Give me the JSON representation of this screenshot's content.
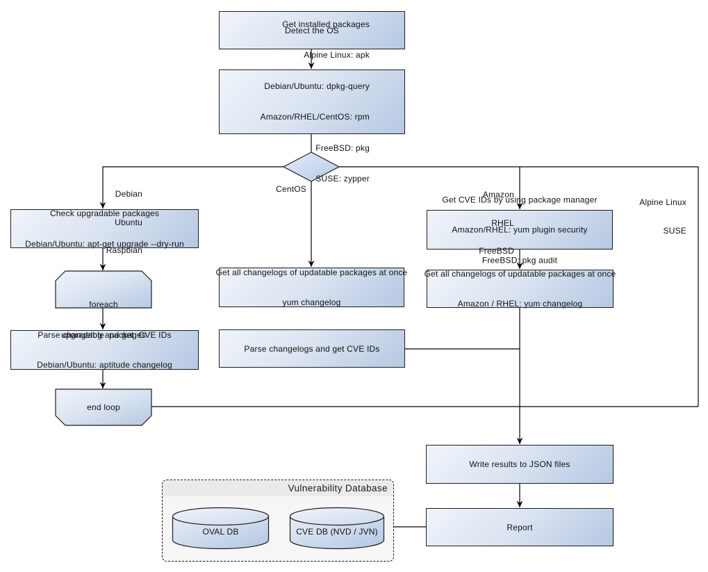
{
  "nodes": {
    "detect_os": {
      "label": "Detect the OS"
    },
    "get_installed": {
      "lines": [
        "Get installed packages",
        "Alpine Linux: apk",
        "Debian/Ubuntu: dpkg-query",
        "Amazon/RHEL/CentOS: rpm",
        "FreeBSD: pkg",
        "SUSE: zypper"
      ]
    },
    "check_upgradable": {
      "lines": [
        "Check upgradable packages",
        "Debian/Ubuntu: apt-get upgrade --dry-run"
      ]
    },
    "foreach_loop": {
      "lines": [
        "foreach",
        "upgradable  packages"
      ]
    },
    "parse_changelog_deb": {
      "lines": [
        "Parse changelog and get  CVE IDs",
        "Debian/Ubuntu: aptitude changelog"
      ]
    },
    "end_loop": {
      "label": "end loop"
    },
    "changelog_centos": {
      "lines": [
        "Get all changelogs of updatable packages at once",
        "yum changelog"
      ]
    },
    "parse_changelogs": {
      "label": "Parse changelogs and get CVE IDs"
    },
    "get_cve_ids": {
      "lines": [
        "Get CVE IDs by using package manager",
        "Amazon/RHEL: yum plugin security",
        "FreeBSD: pkg audit"
      ]
    },
    "changelog_amazon": {
      "lines": [
        "Get all changelogs of updatable packages at once",
        "Amazon / RHEL: yum changelog"
      ]
    },
    "write_results": {
      "label": "Write results to JSON files"
    },
    "report": {
      "label": "Report"
    }
  },
  "branch_labels": {
    "debian": {
      "lines": [
        "Debian",
        "Ubuntu",
        "Raspbian"
      ]
    },
    "centos": {
      "label": "CentOS"
    },
    "amazon": {
      "lines": [
        "Amazon",
        "RHEL",
        "FreeBSD"
      ]
    },
    "alpine": {
      "lines": [
        "Alpine Linux",
        "SUSE"
      ]
    }
  },
  "database": {
    "title": "Vulnerability Database",
    "cylinders": [
      {
        "label": "OVAL DB"
      },
      {
        "label": "CVE DB (NVD / JVN)"
      }
    ]
  },
  "colors": {
    "node_fill_light": "#f0f4fa",
    "node_fill_dark": "#b6c8e3",
    "node_border": "#1c1c1c",
    "connector": "#000000",
    "container_fill": "#f6f6f6",
    "container_header_fill": "#eaeaea",
    "background": "#ffffff"
  }
}
